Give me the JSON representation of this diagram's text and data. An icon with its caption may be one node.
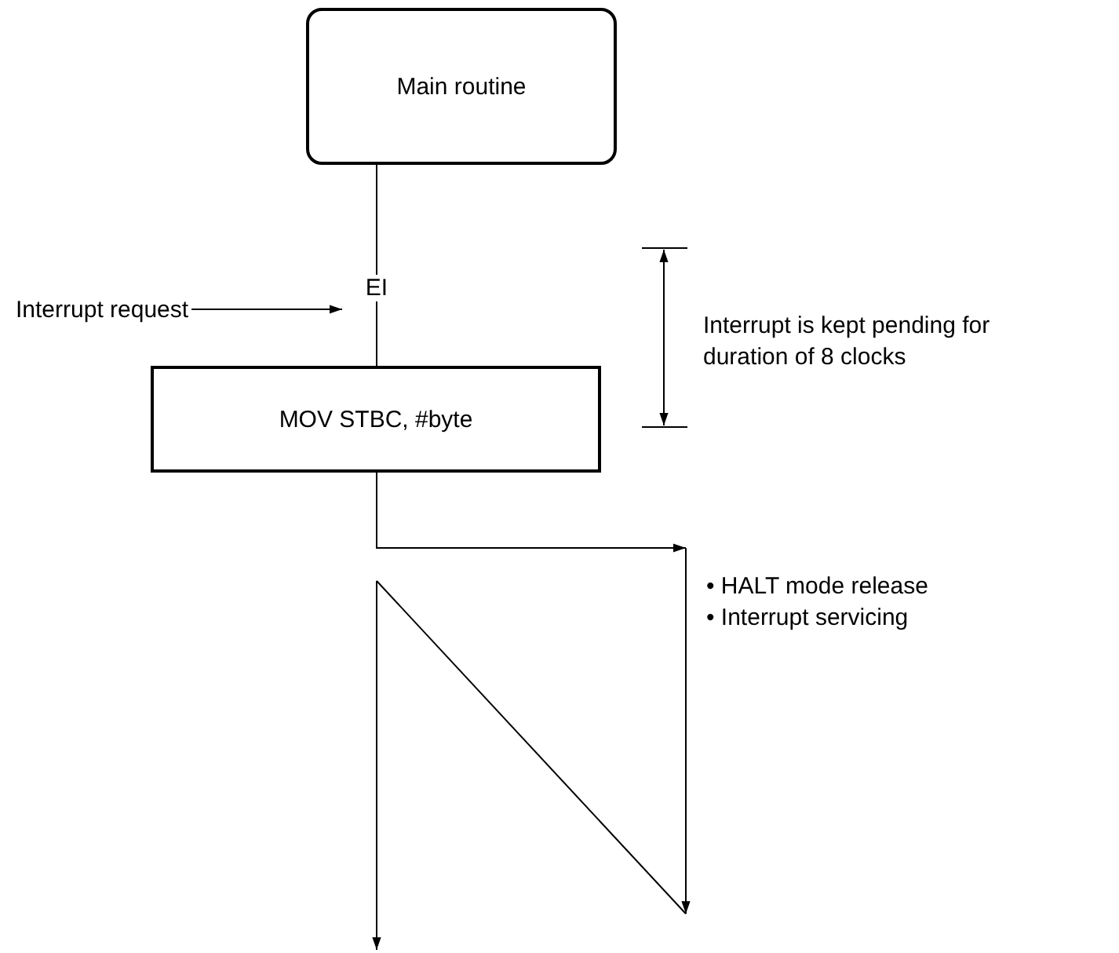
{
  "diagram": {
    "nodes": [
      {
        "text": [
          "Main routine"
        ]
      },
      {
        "text": [
          "MOV STBC, #byte"
        ]
      },
      {
        "text": [
          "Interrupt request"
        ]
      }
    ],
    "edges": [
      {
        "from": 0,
        "to": 1,
        "arrow": "none",
        "label": "EI"
      },
      {
        "from": 2,
        "to": null,
        "arrow": "to"
      },
      {
        "from": 1,
        "to": null,
        "arrow": "to"
      }
    ],
    "labels": [
      "Interrupt is kept pending for duration of 8 clocks",
      "• HALT mode release",
      "• Interrupt servicing"
    ]
  }
}
